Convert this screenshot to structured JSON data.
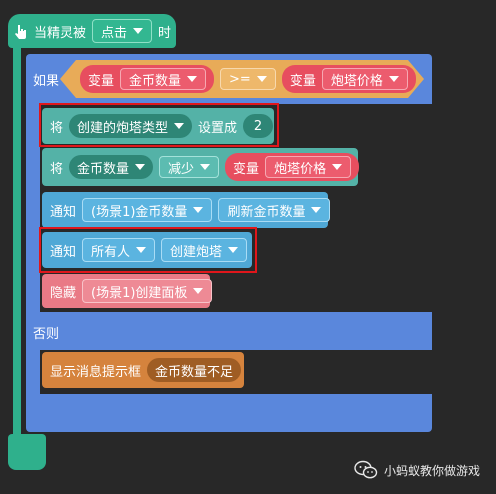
{
  "event": {
    "label": "当精灵被",
    "dropdown": "点击",
    "suffix": "时"
  },
  "if_block": {
    "label": "如果",
    "left": {
      "label": "变量",
      "value": "金币数量"
    },
    "operator": ">=",
    "right": {
      "label": "变量",
      "value": "炮塔价格"
    }
  },
  "set_block": {
    "label": "将",
    "dropdown": "创建的炮塔类型",
    "middle": "设置成",
    "value": "2"
  },
  "change_block": {
    "label": "将",
    "dropdown": "金币数量",
    "op": "减少",
    "var_label": "变量",
    "var_value": "炮塔价格"
  },
  "notify1": {
    "label": "通知",
    "target": "(场景1)金币数量",
    "message": "刷新金币数量"
  },
  "notify2": {
    "label": "通知",
    "target": "所有人",
    "message": "创建炮塔"
  },
  "hide_block": {
    "label": "隐藏",
    "target": "(场景1)创建面板"
  },
  "else_label": "否则",
  "message_block": {
    "label": "显示消息提示框",
    "text": "金币数量不足"
  },
  "watermark": "小蚂蚁教你做游戏",
  "colors": {
    "event": "#2fb08c",
    "control": "#5a87dc",
    "data": "#54b2a7",
    "operator_red": "#e74e5f",
    "operator_orange": "#e8ab58",
    "notify": "#4fa8d6",
    "looks": "#e97a86",
    "ui": "#d5833d",
    "highlight": "#e0161b"
  }
}
